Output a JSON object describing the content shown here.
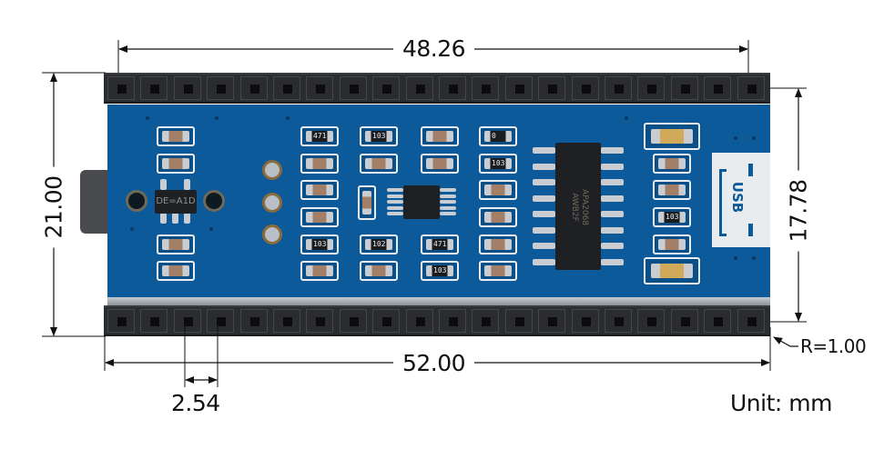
{
  "title": "Audio amplifier module mechanical dimensions",
  "dimensions": {
    "header_pitch_span": "48.26",
    "board_length": "52.00",
    "board_width": "21.00",
    "header_row_spacing": "17.78",
    "pin_pitch": "2.54",
    "corner_radius": "R=1.00",
    "unit": "Unit: mm"
  },
  "board": {
    "pins_per_header": 20,
    "pcb_color": "#0c5a9a",
    "header_color": "#2b2c2f",
    "silkscreen": {
      "usb_label": "USB",
      "regulator_marking": "DE=A1D",
      "amplifier_ic_marking_line1": "APA2068",
      "amplifier_ic_marking_line2": "AWB2F",
      "resistor_codes": [
        "471",
        "103",
        "103",
        "102",
        "471",
        "103",
        "0",
        "103",
        "103"
      ]
    }
  }
}
